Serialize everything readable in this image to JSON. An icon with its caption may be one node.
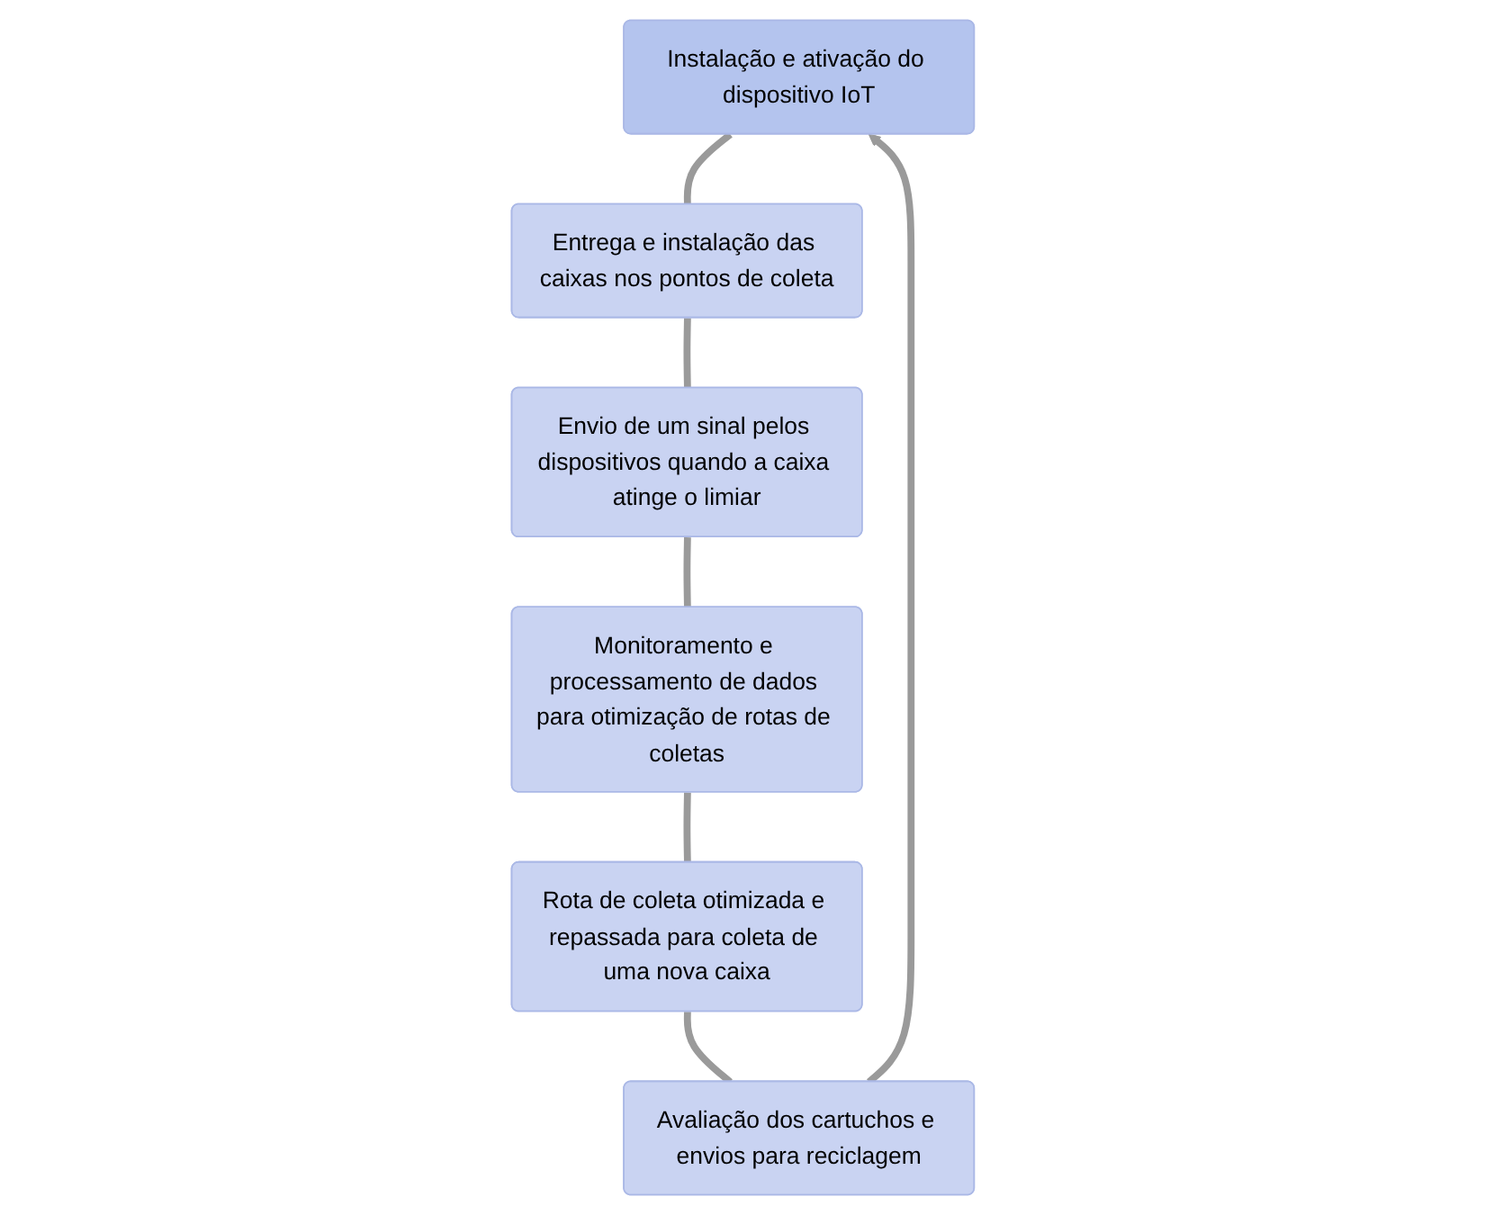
{
  "diagram": {
    "nodes": [
      {
        "text": [
          "Instalação e ativação do dispositivo IoT"
        ]
      },
      {
        "text": [
          "Entrega e instalação das caixas nos pontos de coleta"
        ]
      },
      {
        "text": [
          "Envio de um sinal pelos dispositivos quando a caixa atinge o limiar"
        ]
      },
      {
        "text": [
          "Monitoramento e processamento de dados para otimização de rotas de coletas"
        ]
      },
      {
        "text": [
          "Rota de coleta otimizada e repassada para coleta de uma nova caixa"
        ]
      },
      {
        "text": [
          "Avaliação dos cartuchos e envios para reciclagem"
        ]
      }
    ],
    "edges": [
      {
        "from": 0,
        "to": 1,
        "arrow": "none"
      },
      {
        "from": 1,
        "to": 2,
        "arrow": "none"
      },
      {
        "from": 2,
        "to": 3,
        "arrow": "none"
      },
      {
        "from": 3,
        "to": 4,
        "arrow": "none"
      },
      {
        "from": 4,
        "to": 5,
        "arrow": "none"
      },
      {
        "from": 5,
        "to": 0,
        "arrow": "to"
      }
    ]
  }
}
